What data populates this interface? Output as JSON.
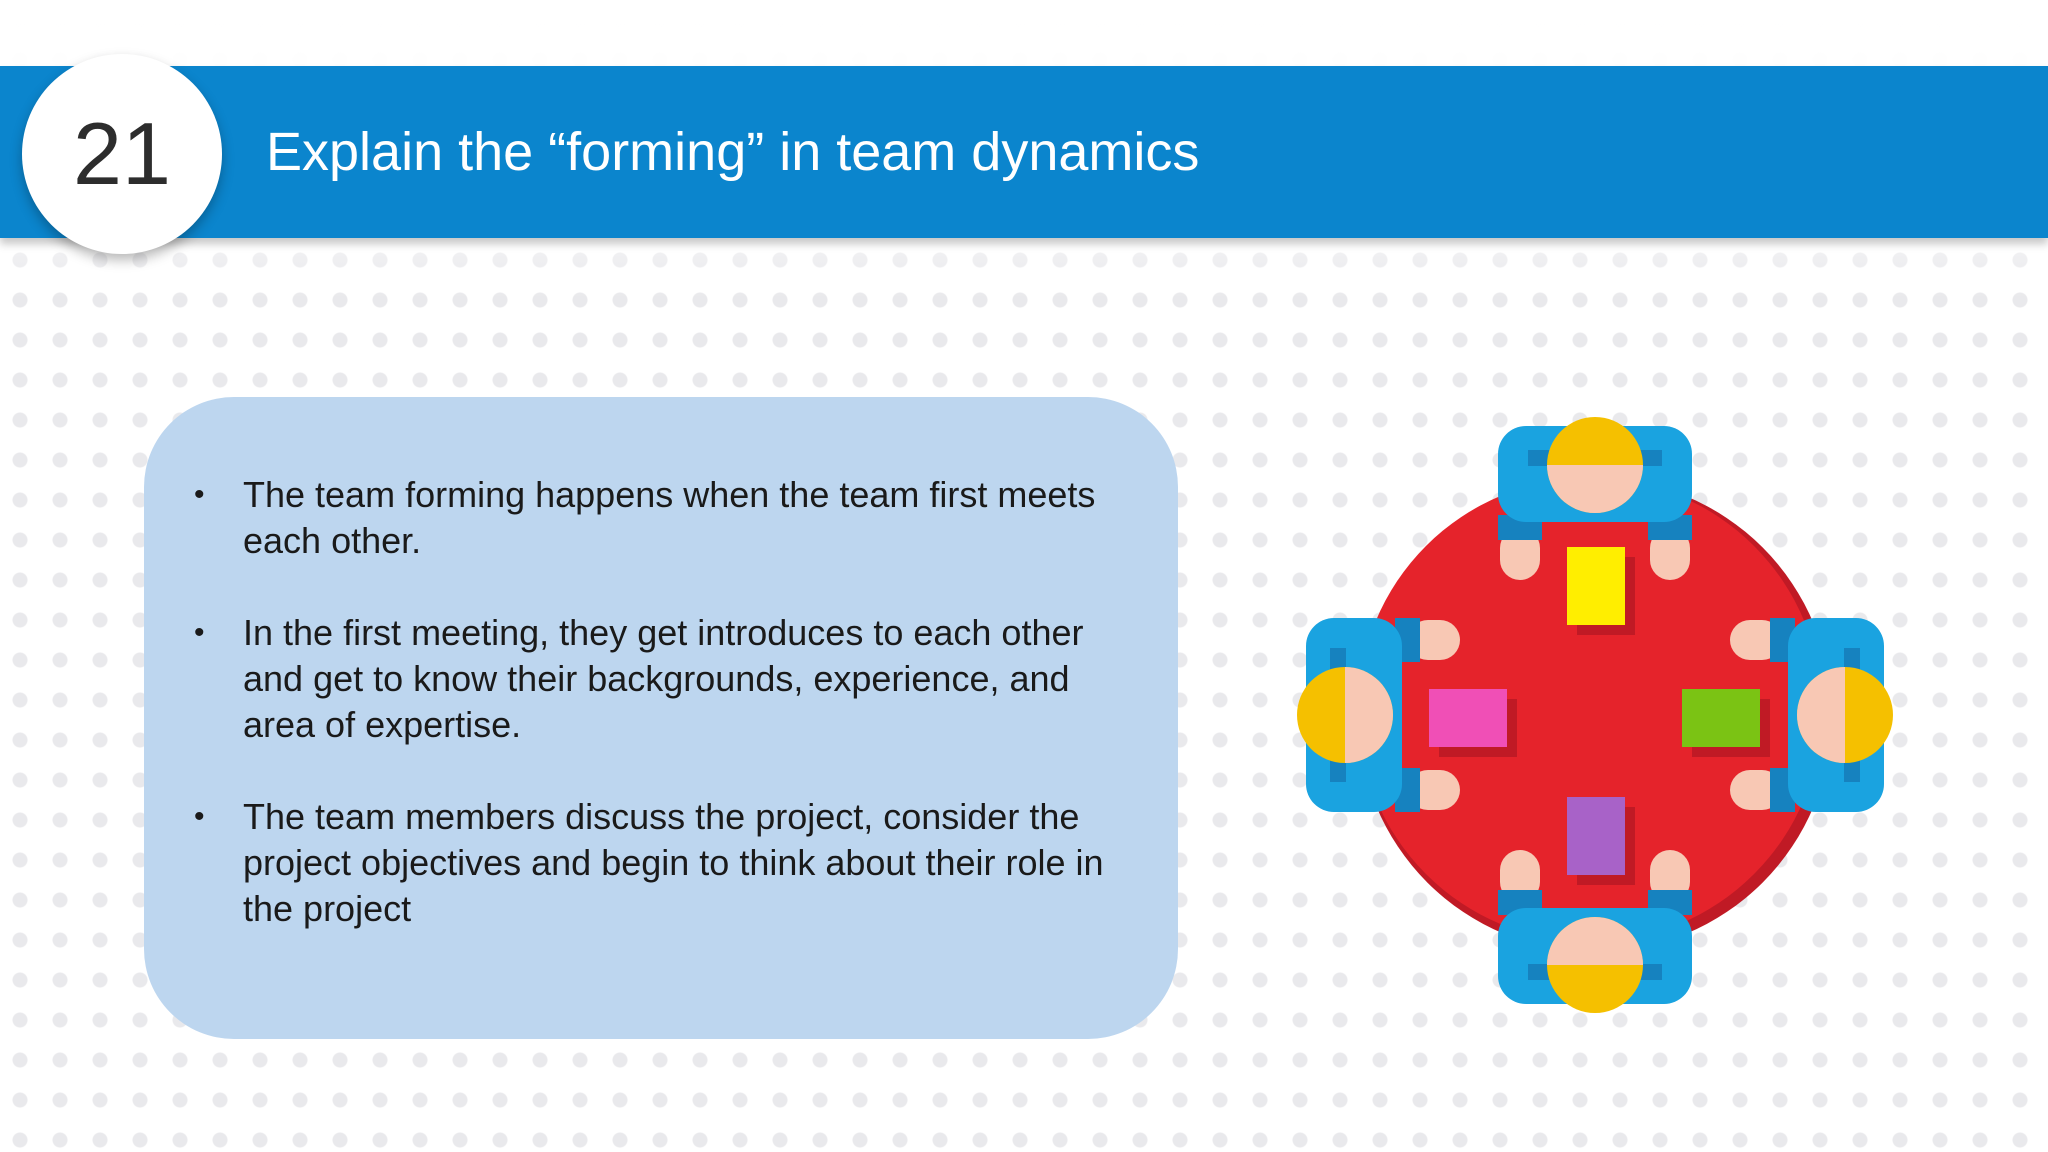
{
  "slide": {
    "number": "21",
    "title": "Explain the “forming” in team dynamics"
  },
  "content": {
    "bullets": [
      "The team forming happens when the team first meets each other.",
      "In the first meeting, they get introduces to each other and get to know their backgrounds, experience, and area of expertise.",
      "The team members discuss the project, consider the project objectives and begin to think about their role in the project"
    ],
    "bullet_marker": "•"
  },
  "colors": {
    "header_blue": "#0b85cd",
    "card_blue": "#bdd6ef",
    "table_red": "#e5232b",
    "person_blue": "#1aa3e0",
    "head_yellow": "#f5c000",
    "note_yellow": "#ffee00",
    "note_pink": "#f04fb6",
    "note_green": "#7bc314",
    "note_purple": "#a862c8"
  },
  "illustration": {
    "icon": "team-meeting-round-table-icon"
  }
}
